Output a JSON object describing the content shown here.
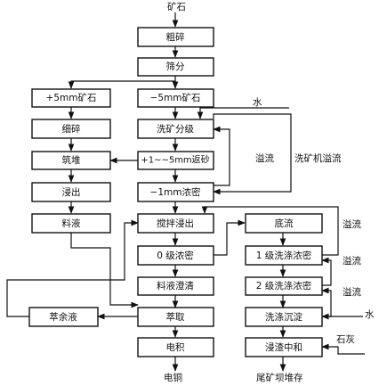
{
  "nodes": {
    "crush_coarse": "粗碎",
    "screen": "筛分",
    "plus5_ore": "+5mm矿石",
    "minus5_ore": "−5mm矿石",
    "crush_fine": "细碎",
    "wash_classify": "洗矿分级",
    "heap": "筑堆",
    "return_sand": "+1~~5mm返砂",
    "heap_leach": "浸出",
    "thicken_1mm": "−1mm浓密",
    "leach_liquor": "料液",
    "agitation_leach": "搅拌浸出",
    "underflow": "底流",
    "thicken_0": "0 级浓密",
    "wash_thicken_1": "1 级洗涤浓密",
    "liquor_clarify": "料液澄清",
    "wash_thicken_2": "2 级洗涤浓密",
    "raffinate": "萃余液",
    "extraction": "萃取",
    "wash_settle": "洗涤沉淀",
    "electrowinning": "电积",
    "residue_neutralize": "浸渣中和"
  },
  "labels": {
    "ore": "矿石",
    "water_top": "水",
    "overflow_a": "溢流",
    "washer_overflow": "洗矿机溢流",
    "overflow_b": "溢流",
    "overflow_c": "溢流",
    "overflow_d": "溢流",
    "water_bottom": "水",
    "lime": "石灰",
    "copper": "电铜",
    "tailings": "尾矿坝堆存"
  }
}
